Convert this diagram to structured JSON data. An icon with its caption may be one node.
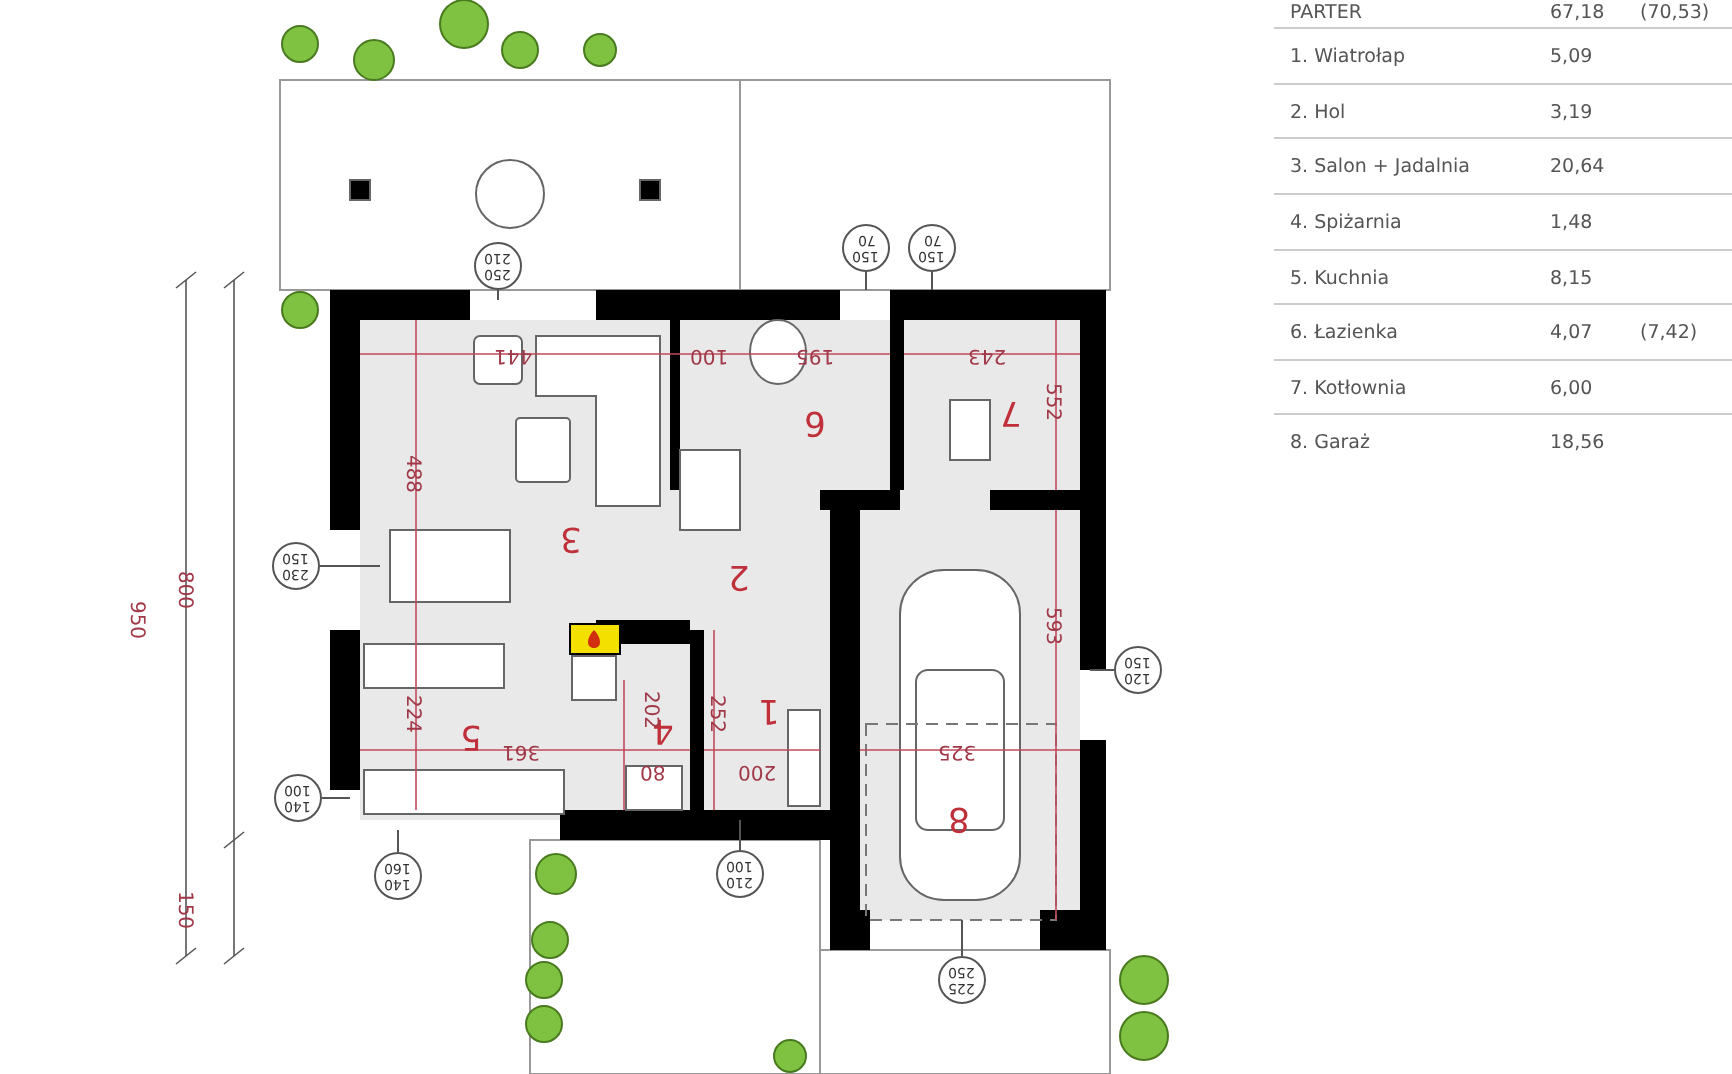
{
  "diagram": {
    "nodes": [
      {
        "text": [
          "3"
        ]
      },
      {
        "text": [
          "6"
        ]
      },
      {
        "text": [
          "7"
        ]
      },
      {
        "text": [
          "2"
        ]
      },
      {
        "text": [
          "5"
        ]
      },
      {
        "text": [
          "4"
        ]
      },
      {
        "text": [
          "1"
        ]
      },
      {
        "text": [
          "8"
        ]
      },
      {
        "text": [
          "210",
          "250"
        ]
      },
      {
        "text": [
          "70",
          "150"
        ]
      },
      {
        "text": [
          "70",
          "150"
        ]
      },
      {
        "text": [
          "150",
          "230"
        ]
      },
      {
        "text": [
          "100",
          "140"
        ]
      },
      {
        "text": [
          "160",
          "140"
        ]
      },
      {
        "text": [
          "100",
          "210"
        ]
      },
      {
        "text": [
          "150",
          "120"
        ]
      },
      {
        "text": [
          "250",
          "225"
        ]
      }
    ],
    "edges": [
      {
        "from": 8,
        "to": null,
        "arrow": "none"
      },
      {
        "from": 9,
        "to": null,
        "arrow": "none"
      },
      {
        "from": 10,
        "to": null,
        "arrow": "none"
      },
      {
        "from": 11,
        "to": null,
        "arrow": "none"
      },
      {
        "from": 12,
        "to": null,
        "arrow": "none"
      },
      {
        "from": 13,
        "to": null,
        "arrow": "none"
      },
      {
        "from": 14,
        "to": null,
        "arrow": "none"
      },
      {
        "from": 15,
        "to": null,
        "arrow": "none"
      },
      {
        "from": 16,
        "to": 7,
        "arrow": "none"
      }
    ],
    "labels": [
      "441",
      "100",
      "195",
      "243",
      "488",
      "552",
      "800",
      "950",
      "593",
      "224",
      "361",
      "202",
      "80",
      "252",
      "200",
      "325",
      "150",
      "PARTER",
      "67,18",
      "(70,53)",
      "1. Wiatrołap",
      "5,09",
      "2. Hol",
      "3,19",
      "3. Salon + Jadalnia",
      "20,64",
      "4. Spiżarnia",
      "1,48",
      "5. Kuchnia",
      "8,15",
      "6. Łazienka",
      "4,07",
      "(7,42)",
      "7. Kotłownia",
      "6,00",
      "8. Garaż",
      "18,56"
    ]
  }
}
